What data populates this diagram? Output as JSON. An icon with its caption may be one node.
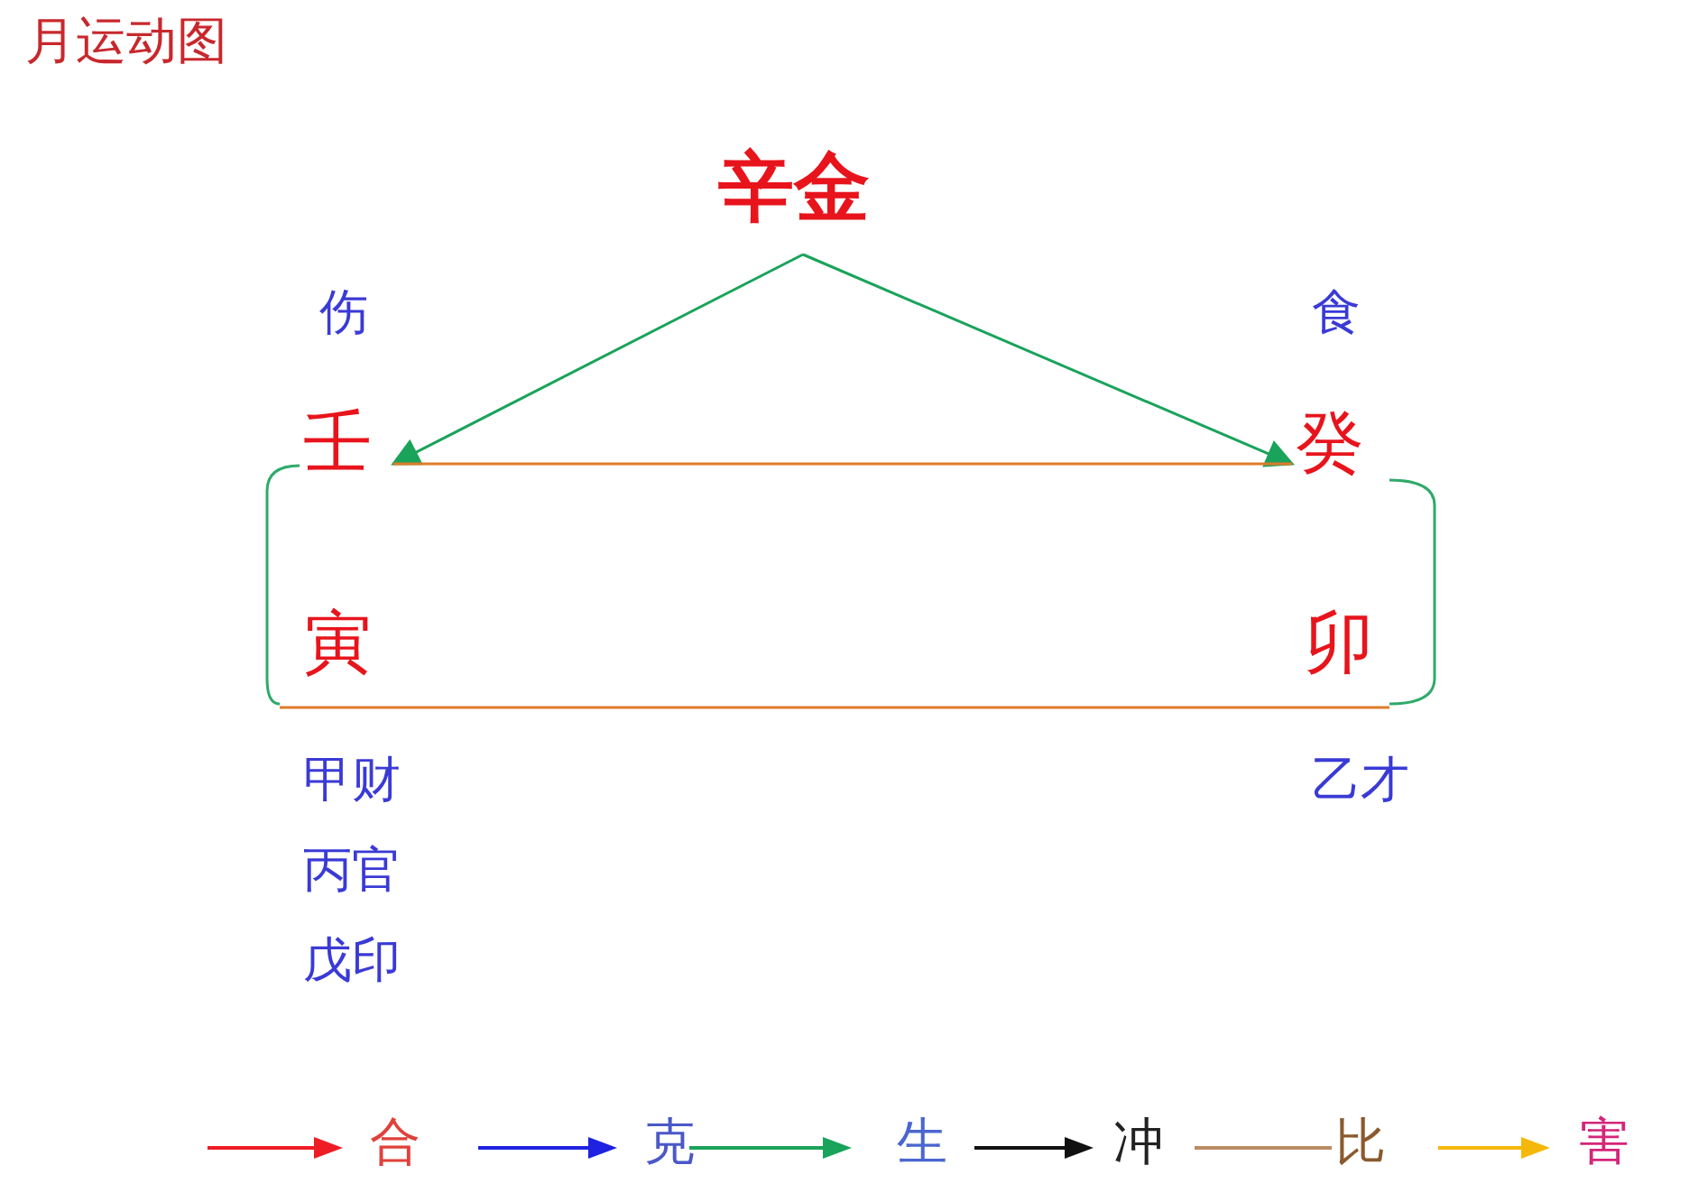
{
  "diagram": {
    "title": "月运动图",
    "nodes": [
      {
        "text": [
          "辛金"
        ]
      },
      {
        "text": [
          "壬"
        ],
        "beside": [
          "伤"
        ]
      },
      {
        "text": [
          "癸"
        ],
        "beside": [
          "食"
        ]
      },
      {
        "text": [
          "寅"
        ],
        "beside": [
          "甲财",
          "丙官",
          "戊印"
        ]
      },
      {
        "text": [
          "卯"
        ],
        "beside": [
          "乙才"
        ]
      }
    ],
    "edges": [
      {
        "from": 0,
        "to": 1,
        "arrow": "to",
        "color": "#1aa35a"
      },
      {
        "from": 0,
        "to": 2,
        "arrow": "to",
        "color": "#1aa35a"
      },
      {
        "from": 1,
        "to": 2,
        "arrow": "none",
        "color": "#e07b2a"
      },
      {
        "from": 3,
        "to": 4,
        "arrow": "none",
        "color": "#e07b2a"
      },
      {
        "from": 1,
        "to": 3,
        "arrow": "none",
        "color": "#2eaa6a"
      },
      {
        "from": 2,
        "to": 4,
        "arrow": "none",
        "color": "#2eaa6a"
      }
    ],
    "legend": [
      {
        "text": "合"
      },
      {
        "text": "克"
      },
      {
        "text": "生"
      },
      {
        "text": "冲"
      },
      {
        "text": "比"
      },
      {
        "text": "害"
      }
    ]
  }
}
